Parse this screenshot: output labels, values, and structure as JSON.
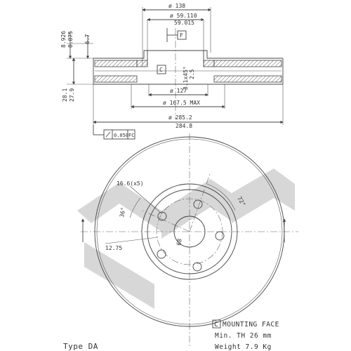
{
  "section_view": {
    "dims": {
      "d138": "ø 138",
      "d59_110": "ø 59.110",
      "d59_015": "59.015",
      "f_box": "F",
      "h8_926": "8.926",
      "h8_875": "8.875",
      "h6_7": "6.7",
      "c_box": "C",
      "chamfer": "3.1x45°",
      "h2_5": "2.5",
      "t28_1": "28.1",
      "t27_9": "27.9",
      "d127": "ø 127",
      "d167_5": "ø 167.5 MAX",
      "d285_2": "ø 285.2",
      "d284_8": "284.8",
      "tol_value": "0.050",
      "tol_ref": "FC"
    }
  },
  "face_view": {
    "dims": {
      "bolt_holes": "16.6(x5)",
      "angle36": "36°",
      "angle72": "72°",
      "pcd": "12.75",
      "hub": "68"
    }
  },
  "notes": {
    "mounting_letter": "C",
    "mounting_face": "MOUNTING FACE",
    "min_th": "Min. TH 26  mm",
    "weight": "Weight 7.9  Kg",
    "type": "Type DA"
  }
}
